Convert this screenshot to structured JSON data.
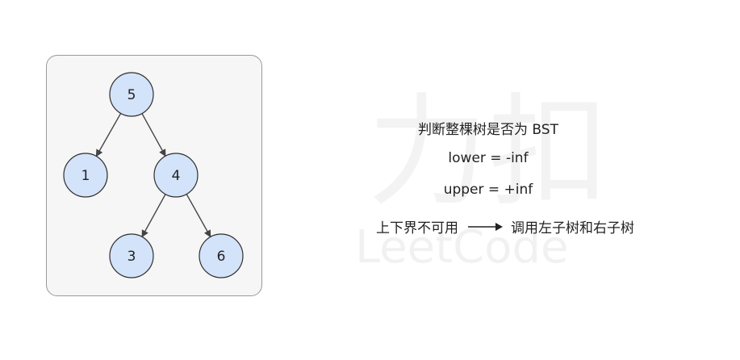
{
  "tree": {
    "nodes": [
      {
        "id": "root",
        "label": "5"
      },
      {
        "id": "left",
        "label": "1"
      },
      {
        "id": "right",
        "label": "4"
      },
      {
        "id": "right-left",
        "label": "3"
      },
      {
        "id": "right-right",
        "label": "6"
      }
    ],
    "edges": [
      [
        "root",
        "left"
      ],
      [
        "root",
        "right"
      ],
      [
        "right",
        "right-left"
      ],
      [
        "right",
        "right-right"
      ]
    ],
    "colors": {
      "node_fill": "#d3e3f9",
      "node_stroke": "#2f2f2f",
      "panel_bg": "#f6f6f6"
    }
  },
  "explanation": {
    "title": "判断整棵树是否为 BST",
    "lower": "lower = -inf",
    "upper": "upper = +inf",
    "condition": "上下界不可用",
    "action": "调用左子树和右子树"
  },
  "watermark": {
    "brand_cn": "力扣",
    "brand_en": "LeetCode"
  }
}
